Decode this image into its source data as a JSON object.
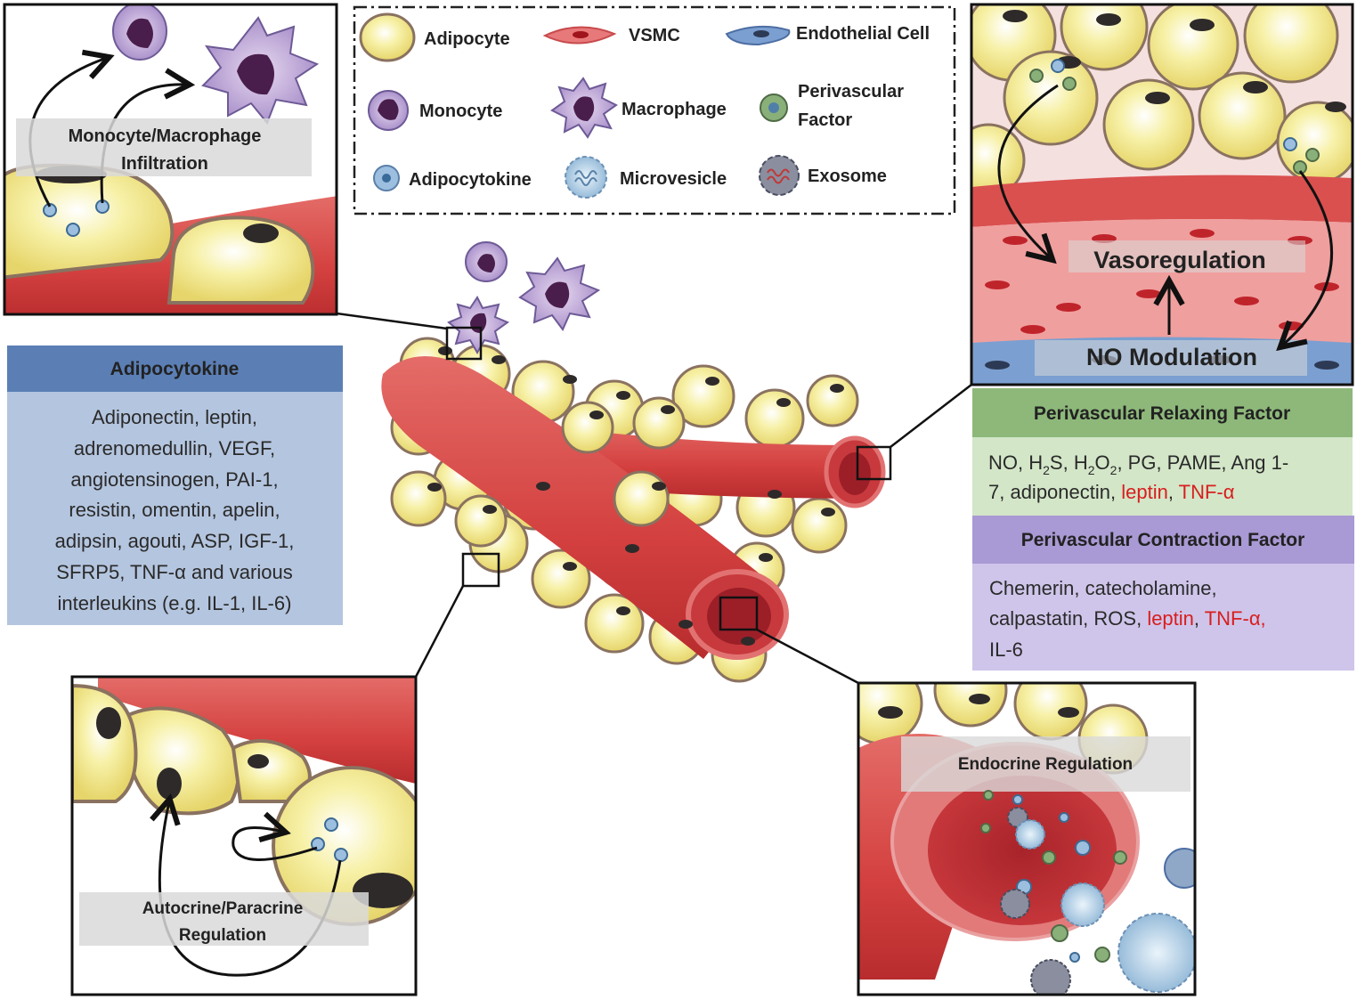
{
  "legend": {
    "adipocyte": "Adipocyte",
    "vsmc": "VSMC",
    "endothelial": "Endothelial Cell",
    "monocyte": "Monocyte",
    "macrophage": "Macrophage",
    "perivascular_factor_1": "Perivascular",
    "perivascular_factor_2": "Factor",
    "adipocytokine": "Adipocytokine",
    "microvesicle": "Microvesicle",
    "exosome": "Exosome"
  },
  "insets": {
    "infiltration_1": "Monocyte/Macrophage",
    "infiltration_2": "Infiltration",
    "vasoregulation": "Vasoregulation",
    "no_modulation": "NO Modulation",
    "autocrine_1": "Autocrine/Paracrine",
    "autocrine_2": "Regulation",
    "endocrine": "Endocrine Regulation"
  },
  "adipocytokine_box": {
    "title": "Adipocytokine",
    "lines": [
      "Adiponectin, leptin,",
      "adrenomedullin, VEGF,",
      "angiotensinogen, PAI-1,",
      "resistin, omentin, apelin,",
      "adipsin, agouti, ASP, IGF-1,",
      "SFRP5, TNF-α and various",
      "interleukins (e.g. IL-1, IL-6)"
    ]
  },
  "relaxing_box": {
    "title": "Perivascular Relaxing Factor",
    "line1_a": "NO, H",
    "sub_2a": "2",
    "line1_b": "S, H",
    "sub_2b": "2",
    "line1_c": "O",
    "sub_2c": "2",
    "line1_d": ", PG, PAME, Ang 1-",
    "line2_a": "7, adiponectin, ",
    "line2_leptin": "leptin",
    "line2_sep": ", ",
    "line2_tnf": "TNF-α"
  },
  "contraction_box": {
    "title": "Perivascular Contraction Factor",
    "line1": "Chemerin, catecholamine,",
    "line2_a": "calpastatin, ROS, ",
    "line2_leptin": "leptin",
    "line2_sep": ", ",
    "line2_tnf": "TNF-α,",
    "line3": "IL-6"
  },
  "colors": {
    "adipocyte_fill": "#f3ec9a",
    "adipocyte_edge": "#8a7260",
    "vessel": "#d9504f",
    "adipo_header": "#5b7fb5",
    "adipo_body": "#b4c5df",
    "relax_header": "#8db87a",
    "relax_body": "#d3e6c8",
    "contract_header": "#a999d4",
    "contract_body": "#cfc5ea",
    "highlight_red": "#d81e1e"
  }
}
